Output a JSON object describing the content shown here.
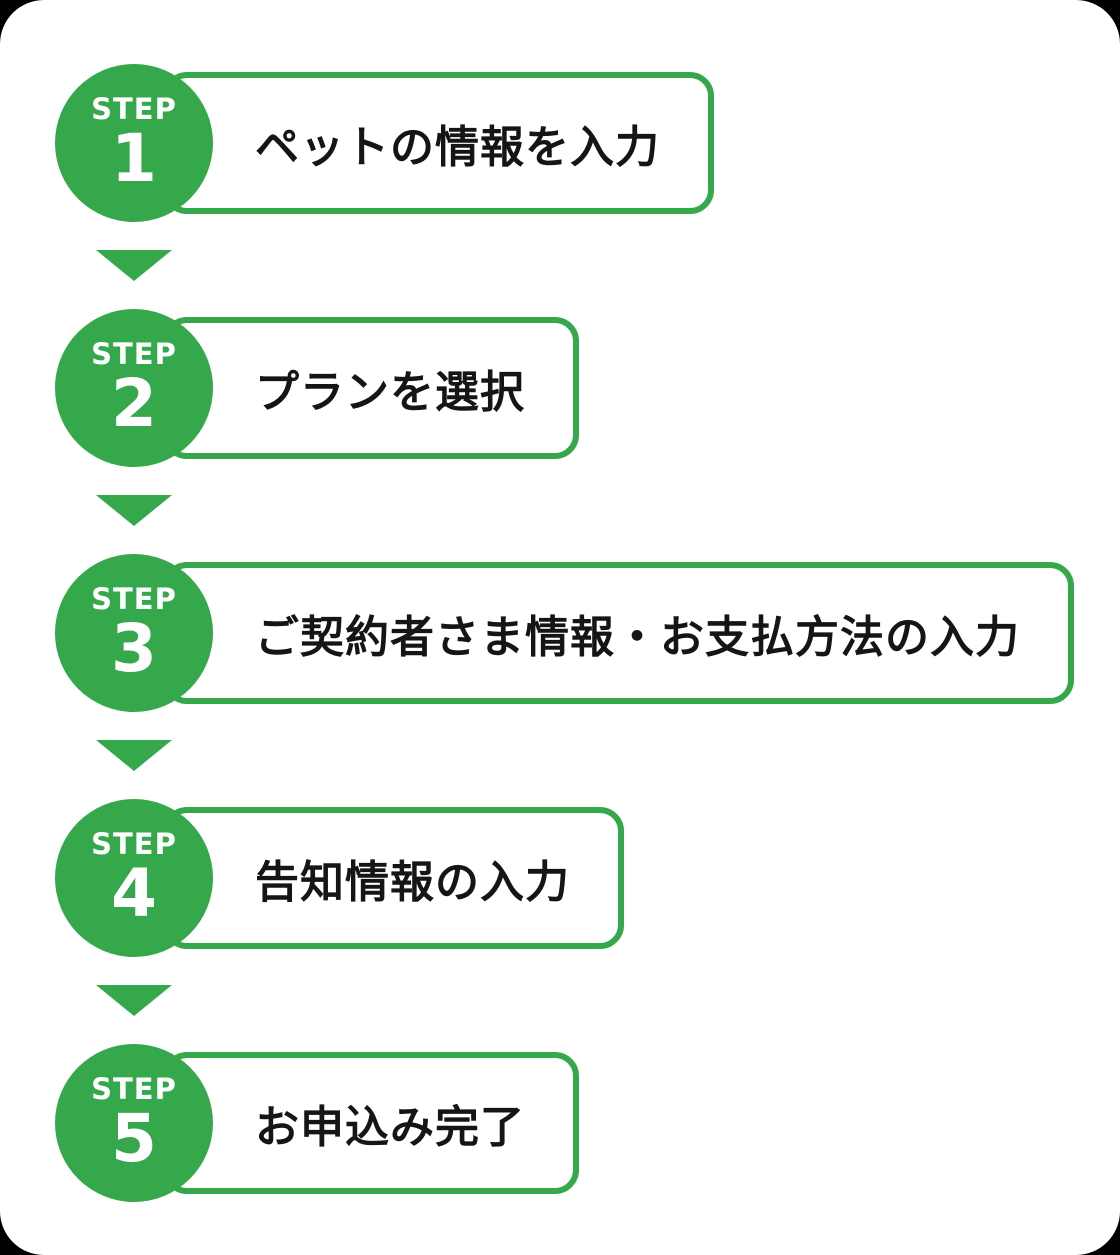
{
  "ui": {
    "step_word": "STEP"
  },
  "steps": [
    {
      "number": "1",
      "label": "ペットの情報を入力"
    },
    {
      "number": "2",
      "label": "プランを選択"
    },
    {
      "number": "3",
      "label": "ご契約者さま情報・お支払方法の入力"
    },
    {
      "number": "4",
      "label": "告知情報の入力"
    },
    {
      "number": "5",
      "label": "お申込み完了"
    }
  ],
  "colors": {
    "accent_green": "#35a84c",
    "text": "#151515",
    "background": "#ffffff"
  }
}
